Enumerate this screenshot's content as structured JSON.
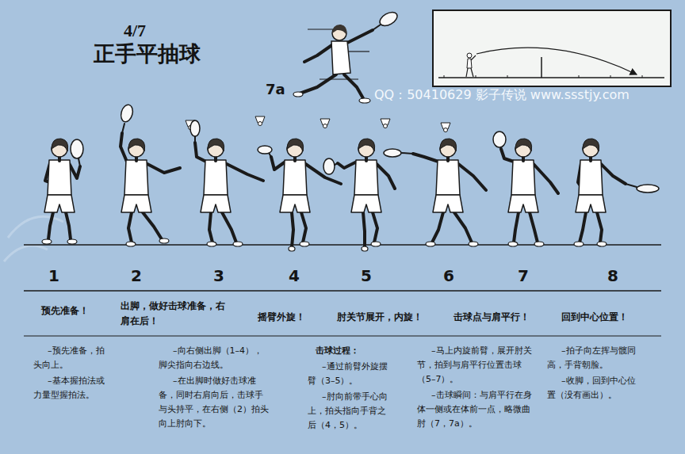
{
  "diagram": {
    "title": "正手平抽球",
    "labels": [
      "4/7",
      "7a",
      "QQ：50410629 影子传说 www.ssstjy.com",
      "1",
      "2",
      "3",
      "4",
      "5",
      "6",
      "7",
      "8",
      "预先准备！",
      "出脚，做好击球准备，右肩在后！",
      "摇臂外旋！",
      "肘关节展开，内旋！",
      "击球点与肩平行！",
      "回到中心位置！",
      "–预先准备，拍头向上。",
      "–基本握拍法或力量型握拍法。",
      "–向右侧出脚（1–4），脚尖指向右边线。",
      "–在出脚时做好击球准备，同时右肩向后，击球手与头持平，在右侧（2）拍头向上肘向下。",
      "击球过程：",
      "–通过前臂外旋摆臂（3–5）。",
      "–肘向前带手心向上，拍头指向手背之后（4，5）。",
      "–马上内旋前臂，展开肘关节，拍到与肩平行位置击球（5–7）。",
      "–击球瞬间：与肩平行在身体一侧或在体前一点，略微曲肘（7，7a）。",
      "–拍子向左挥与髋同高，手背朝脸。",
      "–收脚，回到中心位置（没有画出）。"
    ]
  }
}
